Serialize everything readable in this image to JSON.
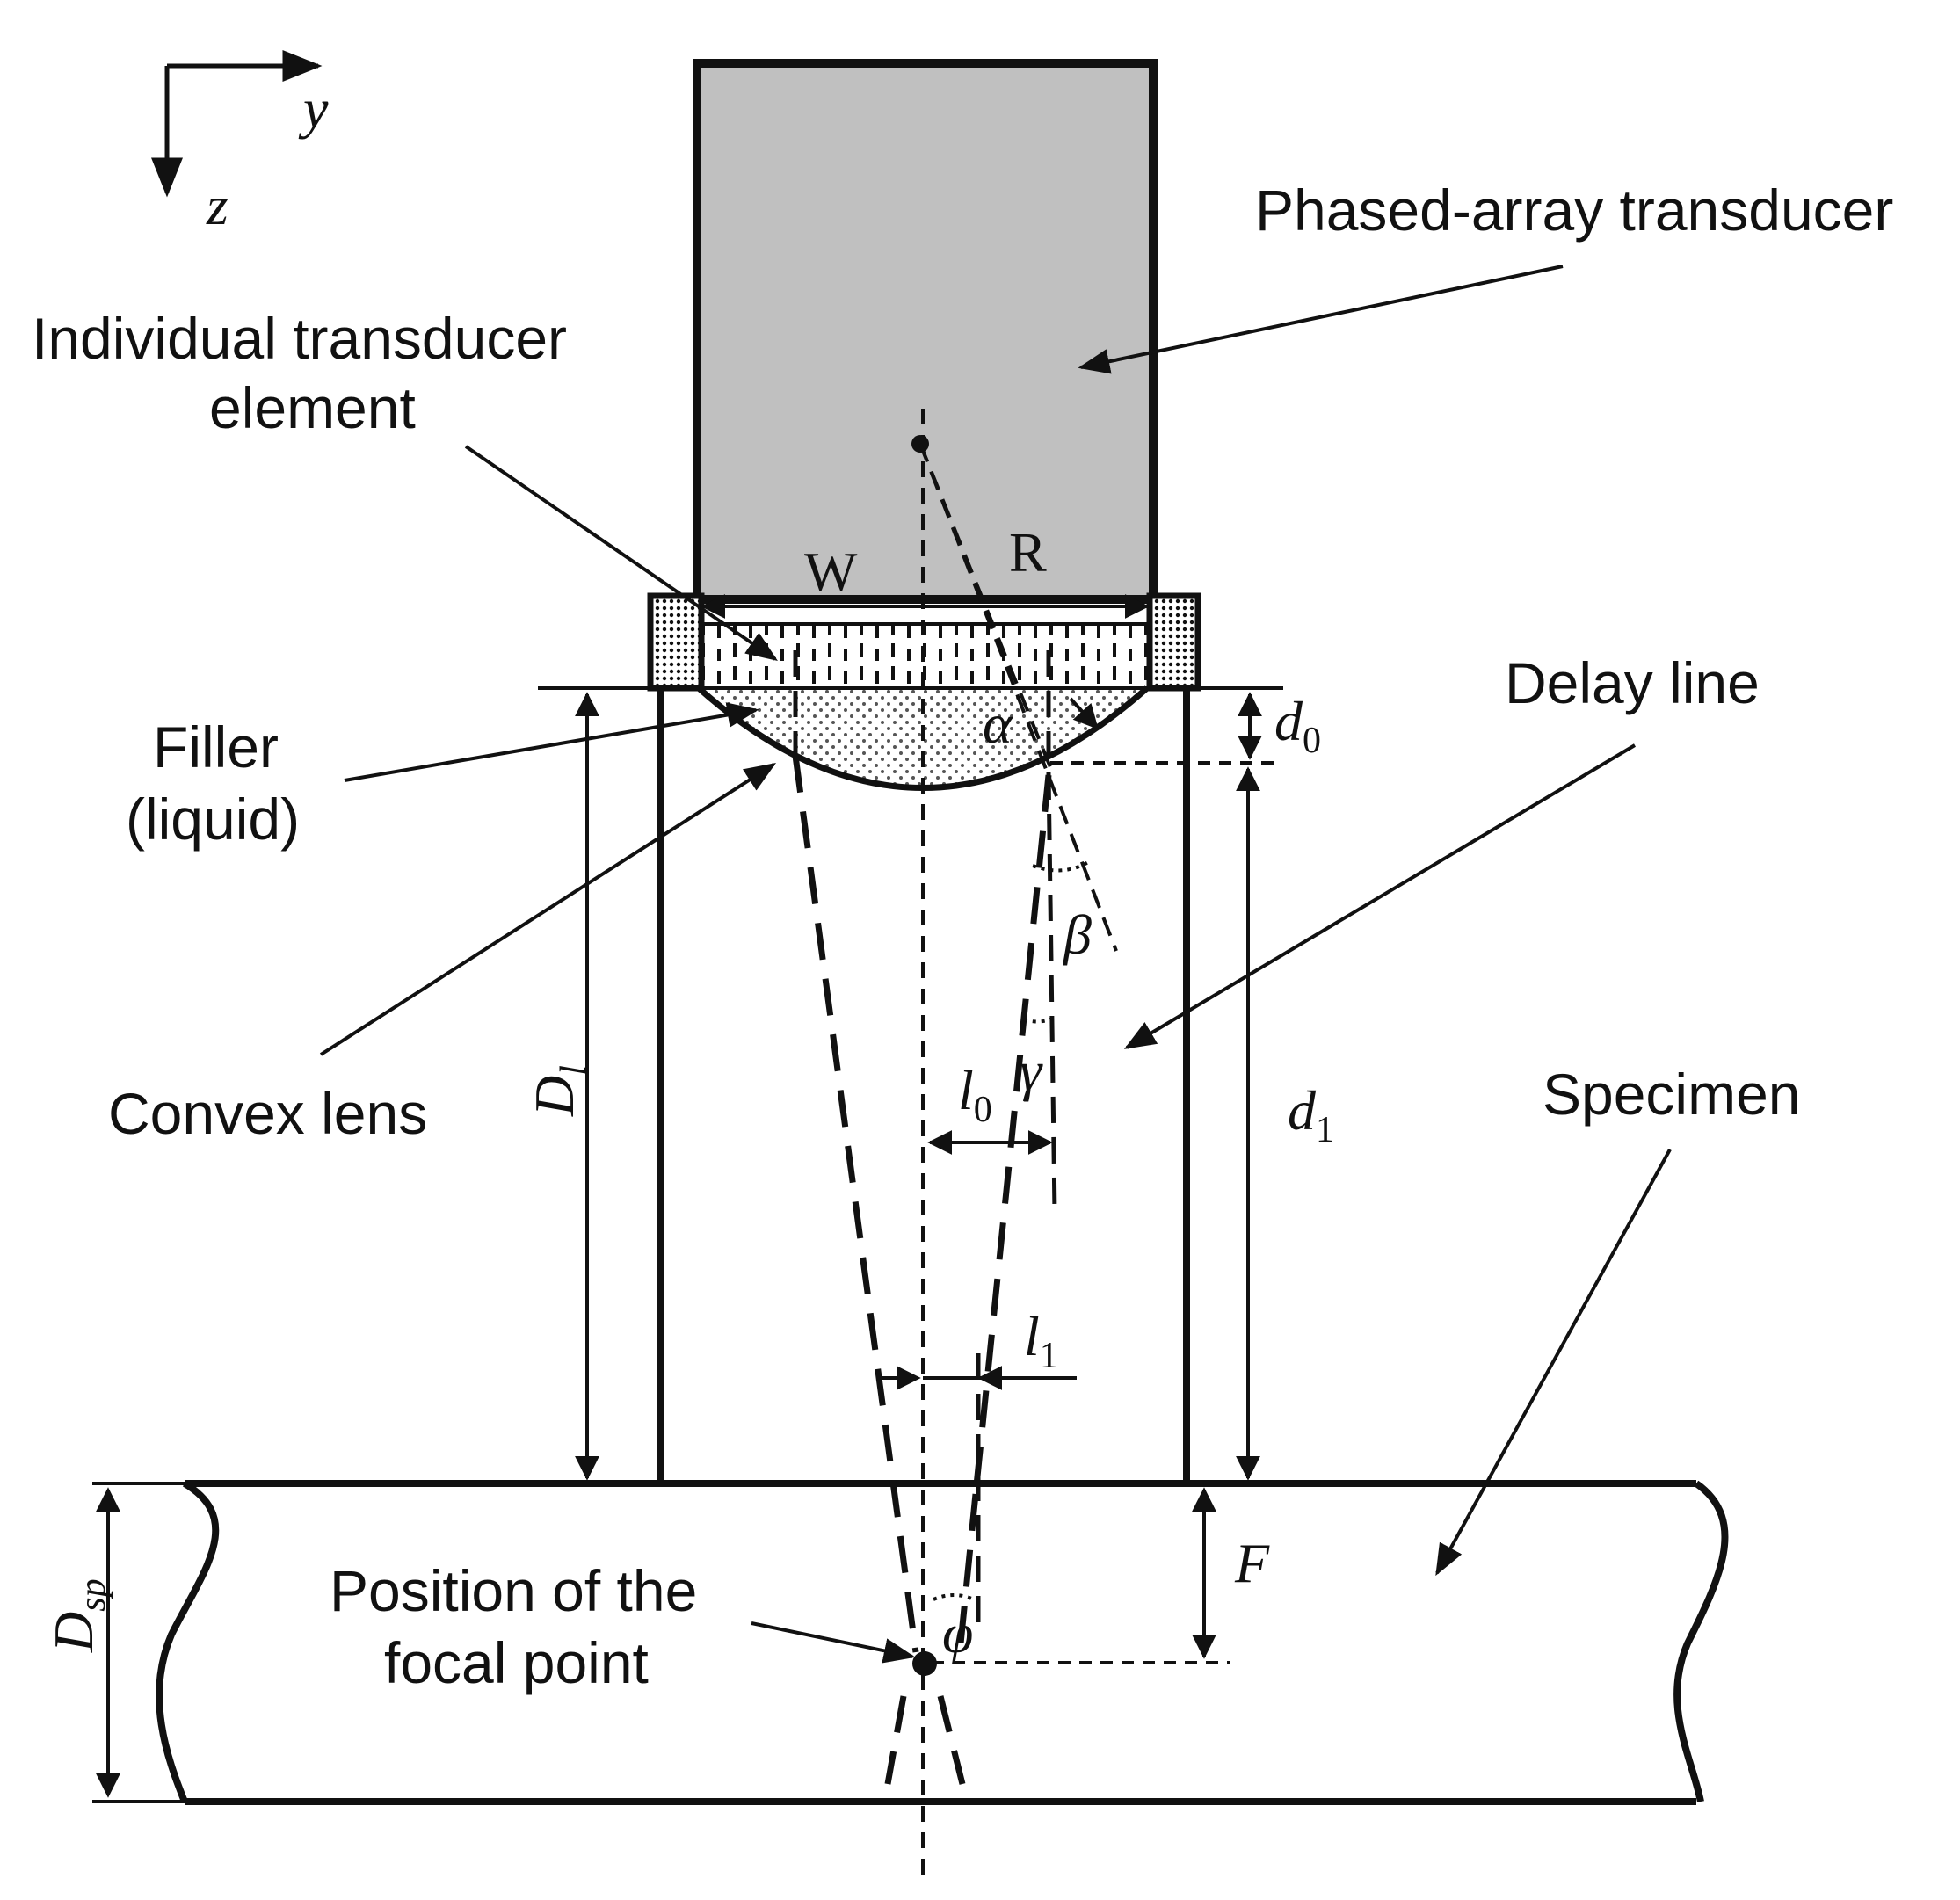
{
  "axes": {
    "y": "y",
    "z": "z"
  },
  "labels": {
    "transducer": "Phased-array transducer",
    "element_line1": "Individual transducer",
    "element_line2": "element",
    "delay_line": "Delay line",
    "filler_line1": "Filler",
    "filler_line2": "(liquid)",
    "convex_lens": "Convex lens",
    "specimen": "Specimen",
    "focal_line1": "Position of the",
    "focal_line2": "focal point"
  },
  "symbols": {
    "W": "W",
    "R": "R",
    "alpha": "α",
    "beta": "β",
    "gamma": "γ",
    "phi": "φ",
    "d0": {
      "main": "d",
      "sub": "0"
    },
    "d1": {
      "main": "d",
      "sub": "1"
    },
    "l0": {
      "main": "l",
      "sub": "0"
    },
    "l1": {
      "main": "l",
      "sub": "1"
    },
    "Dl": {
      "main": "D",
      "sub": "l"
    },
    "Dsp": {
      "main": "D",
      "sub": "sp"
    },
    "F": "F"
  },
  "colors": {
    "ink": "#111111",
    "transducer_fill": "#c0c0c0",
    "background": "#ffffff"
  }
}
